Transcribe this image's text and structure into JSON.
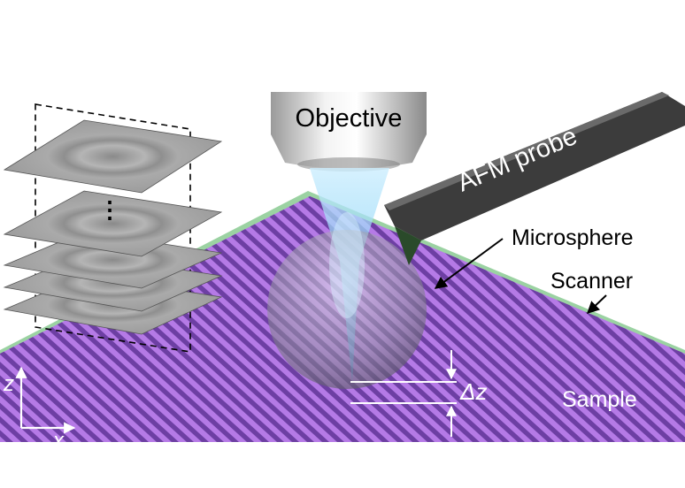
{
  "labels": {
    "objective": "Objective",
    "afm_probe": "AFM probe",
    "microsphere": "Microsphere",
    "scanner": "Scanner",
    "sample": "Sample",
    "delta_z": "Δz",
    "axis_z": "z",
    "axis_x": "x",
    "stack_dots": "⋮"
  },
  "colors": {
    "sample_stripe_light": "#b57ae6",
    "sample_stripe_dark": "#6d3fa3",
    "scanner_green": "#9bd2a2",
    "probe_dark": "#3c3c3c",
    "light_beam": "#7fd0f5",
    "sphere": "#8c8c95",
    "image_plane": "#9a9a9a"
  }
}
